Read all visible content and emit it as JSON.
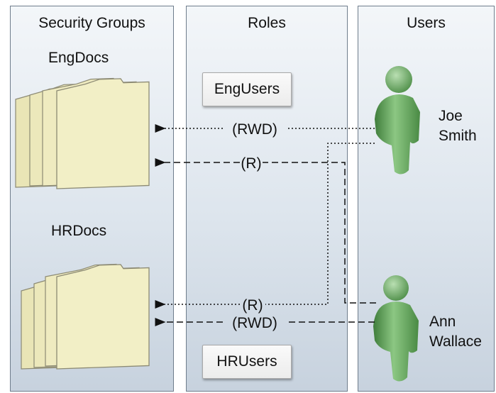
{
  "columns": {
    "security_groups": "Security Groups",
    "roles": "Roles",
    "users": "Users"
  },
  "groups": {
    "engdocs": "EngDocs",
    "hrdocs": "HRDocs"
  },
  "roles": {
    "engusers": "EngUsers",
    "hrusers": "HRUsers"
  },
  "users": {
    "joe_first": "Joe",
    "joe_last": "Smith",
    "ann_first": "Ann",
    "ann_last": "Wallace"
  },
  "permissions": {
    "joe_engdocs": "(RWD)",
    "ann_engdocs": "(R)",
    "joe_hrdocs": "(R)",
    "ann_hrdocs": "(RWD)"
  },
  "colors": {
    "folder_fill": "#f1eec6",
    "folder_edge": "#8c8a74",
    "person_green": "#6cab63"
  }
}
